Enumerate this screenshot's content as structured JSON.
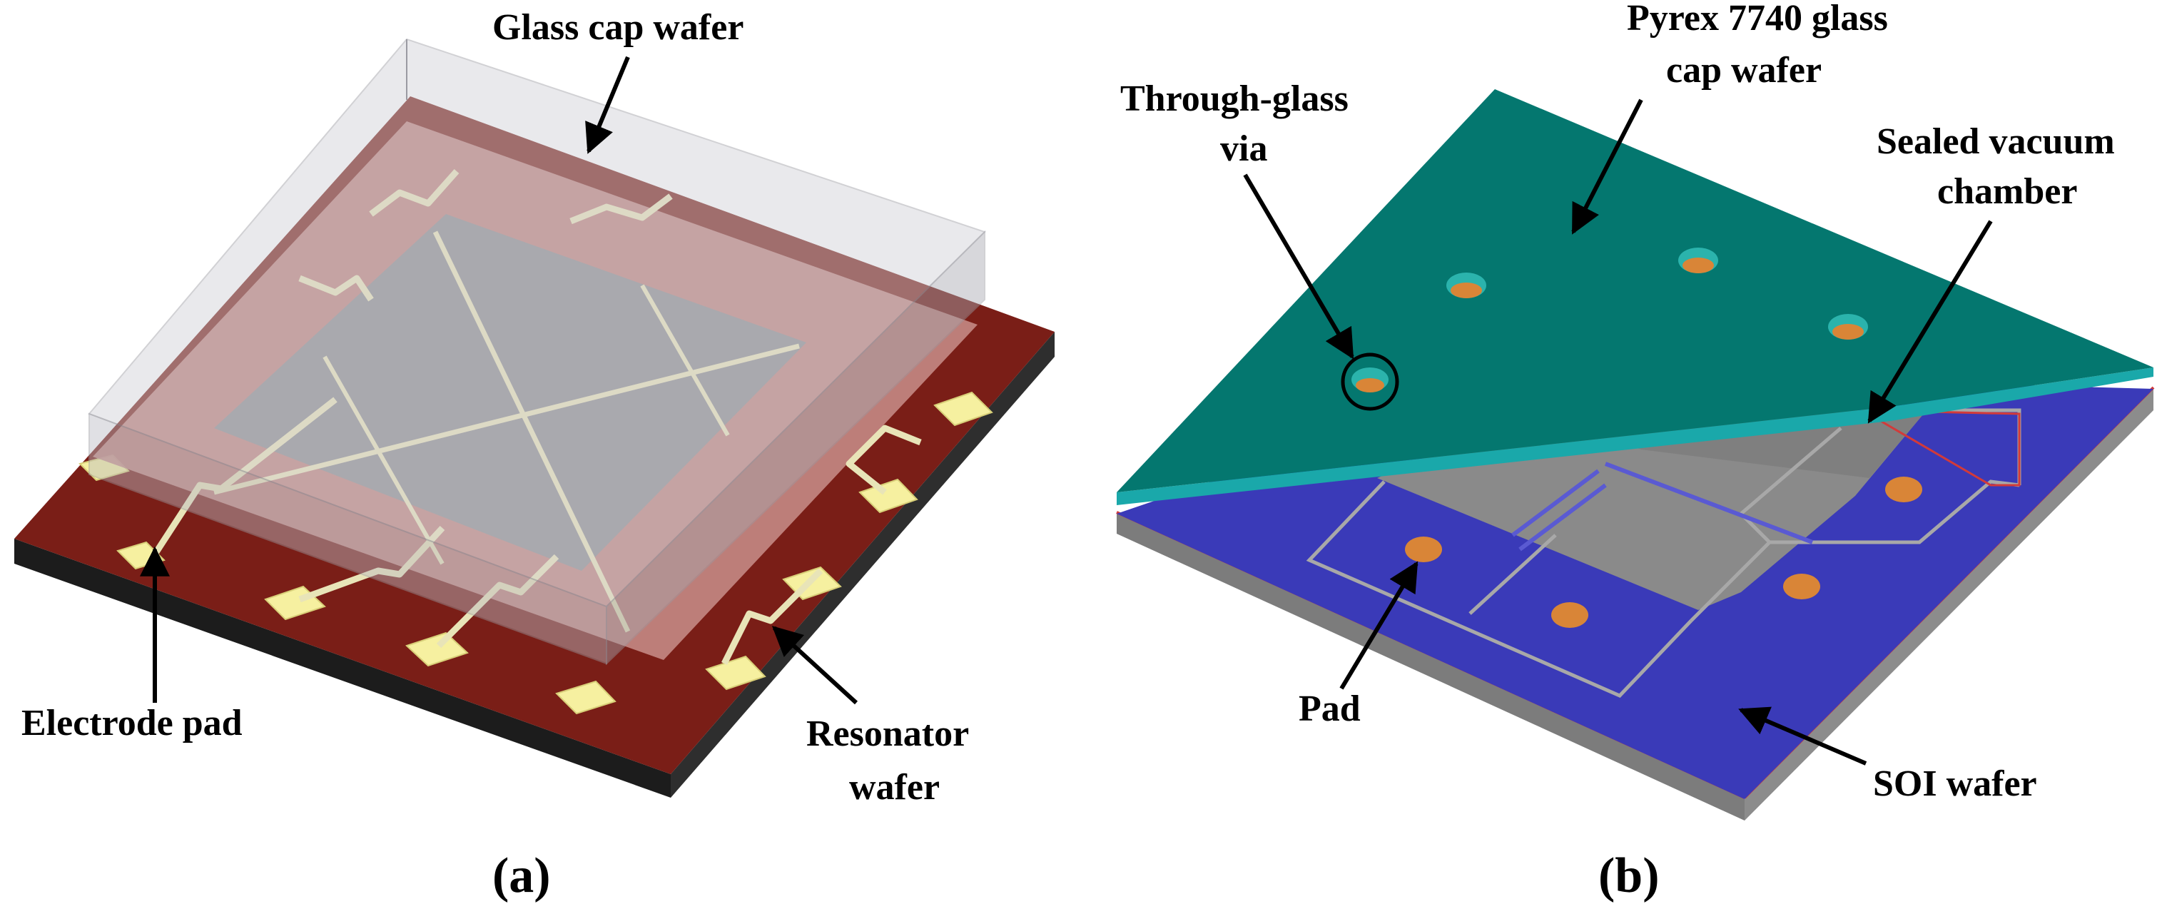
{
  "panel_a": {
    "caption": "(a)",
    "labels": {
      "glass_cap": "Glass cap wafer",
      "electrode_pad": "Electrode pad",
      "resonator_line1": "Resonator",
      "resonator_line2": "wafer"
    },
    "colors": {
      "substrate_top": "#7a1e17",
      "substrate_side": "#1c1c1c",
      "pad": "#f6f0a0",
      "glass": "#c9c9cf",
      "electrode_trace": "#e8e4b8"
    }
  },
  "panel_b": {
    "caption": "(b)",
    "labels": {
      "pyrex_line1": "Pyrex 7740 glass",
      "pyrex_line2": "cap wafer",
      "tgv_line1": "Through-glass",
      "tgv_line2": "via",
      "chamber_line1": "Sealed vacuum",
      "chamber_line2": "chamber",
      "pad": "Pad",
      "soi": "SOI wafer"
    },
    "colors": {
      "glass_cap": "#04776f",
      "soi_top": "#3a3ab8",
      "soi_side": "#7c7c7c",
      "cavity": "#8a8a8a",
      "pad": "#d98537"
    }
  }
}
